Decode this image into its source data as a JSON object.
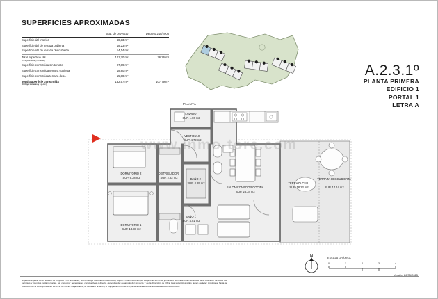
{
  "surfaces": {
    "title": "SUPERFICIES APROXIMADAS",
    "col_headers": [
      "",
      "Sup. de proyecto",
      "Decreto 218/2005"
    ],
    "rows": [
      {
        "label": "Superficie útil interior",
        "sub": "",
        "v1": "68,33  m²",
        "v2": ""
      },
      {
        "label": "Superficie útil de terraza cubierta",
        "sub": "",
        "v1": "18,23  m²",
        "v2": ""
      },
      {
        "label": "Superficie útil de terraza descubierta",
        "sub": "",
        "v1": "14,14  m²",
        "v2": ""
      },
      {
        "label": "Total superficie útil",
        "sub": "(Incluye interior y terrazas)",
        "v1": "101,70  m²",
        "v2": "76,26  m²"
      },
      {
        "label": "Superficie construida sin terraza",
        "sub": "",
        "v1": "97,89  m²",
        "v2": ""
      },
      {
        "label": "Superficie construida terraza cubierta",
        "sub": "",
        "v1": "18,80  m²",
        "v2": ""
      },
      {
        "label": "Superficie construida terraza desc.",
        "sub": "",
        "v1": "15,88  m²",
        "v2": ""
      },
      {
        "label": "Total Superficie construida",
        "sub": "(Incluye terrazas y z.p.c.c.)",
        "v1": "132,57  m²",
        "v2": "107,79  m²"
      }
    ]
  },
  "title_block": {
    "code": "A.2.3.1º",
    "lines": [
      "PLANTA PRIMERA",
      "EDIFICIO 1",
      "PORTAL  1",
      "LETRA A"
    ]
  },
  "plan": {
    "planta_label": "PLANTA",
    "rooms": [
      {
        "name": "LAVADO",
        "area": "SUP. 1.06 m2"
      },
      {
        "name": "VESTIBULO",
        "area": "SUP. 4.79 m2"
      },
      {
        "name": "BAÑO 2",
        "area": "SUP. 4.89 m2"
      },
      {
        "name": "DORMITORIO 2",
        "area": "SUP. 9.38 m2"
      },
      {
        "name": "DISTRIBUIDOR",
        "area": "SUP. 2.82 m2"
      },
      {
        "name": "DORMITORIO 1",
        "area": "SUP. 13.88 m2"
      },
      {
        "name": "BAÑO 1",
        "area": "SUP. 4.81 m2"
      },
      {
        "name": "SALÓN/COMEDOR/COCINA",
        "area": "SUP. 28.34 m2"
      },
      {
        "name": "TERRAZA CUB.",
        "area": "SUP. 18.23 m2"
      },
      {
        "name": "TERRAZA DESCUBIERTA",
        "area": "SUP. 14.14 m2"
      }
    ]
  },
  "watermark": "www.inmo-tore.com",
  "north": {
    "letter": "N"
  },
  "scale": {
    "label": "ESCALA GRÁFICA",
    "ticks": [
      "0",
      "1",
      "2",
      "3",
      "4"
    ]
  },
  "footer": {
    "legal": "El presente plano es un avance de proyecto y es orientativo, no constituye documento contractual, sujeto a modificaciones por exigencias técnicas, jurídicas o administrativas derivadas de la obtención de todos los permisos y licencias reglamentarias, así como por necesidades constructivas o diseño, derivadas del desarrollo del proyecto y de la Dirección de Obra. Las superficies útiles tienen carácter provisional hasta la obtención de la correspondiente Licencia de Obras. La jardinería, el mobiliario urbano y el equipamiento en ficticio, teniendo validez únicamente a efectos decorativos.",
    "version": "Versión 26/05/2025"
  },
  "colors": {
    "site_green": "#d8e3cb",
    "highlight_blue": "#aecde0",
    "wall": "#6f6f6f",
    "room_fill": "#efefef",
    "terrace_fill": "#e3e3e3"
  }
}
